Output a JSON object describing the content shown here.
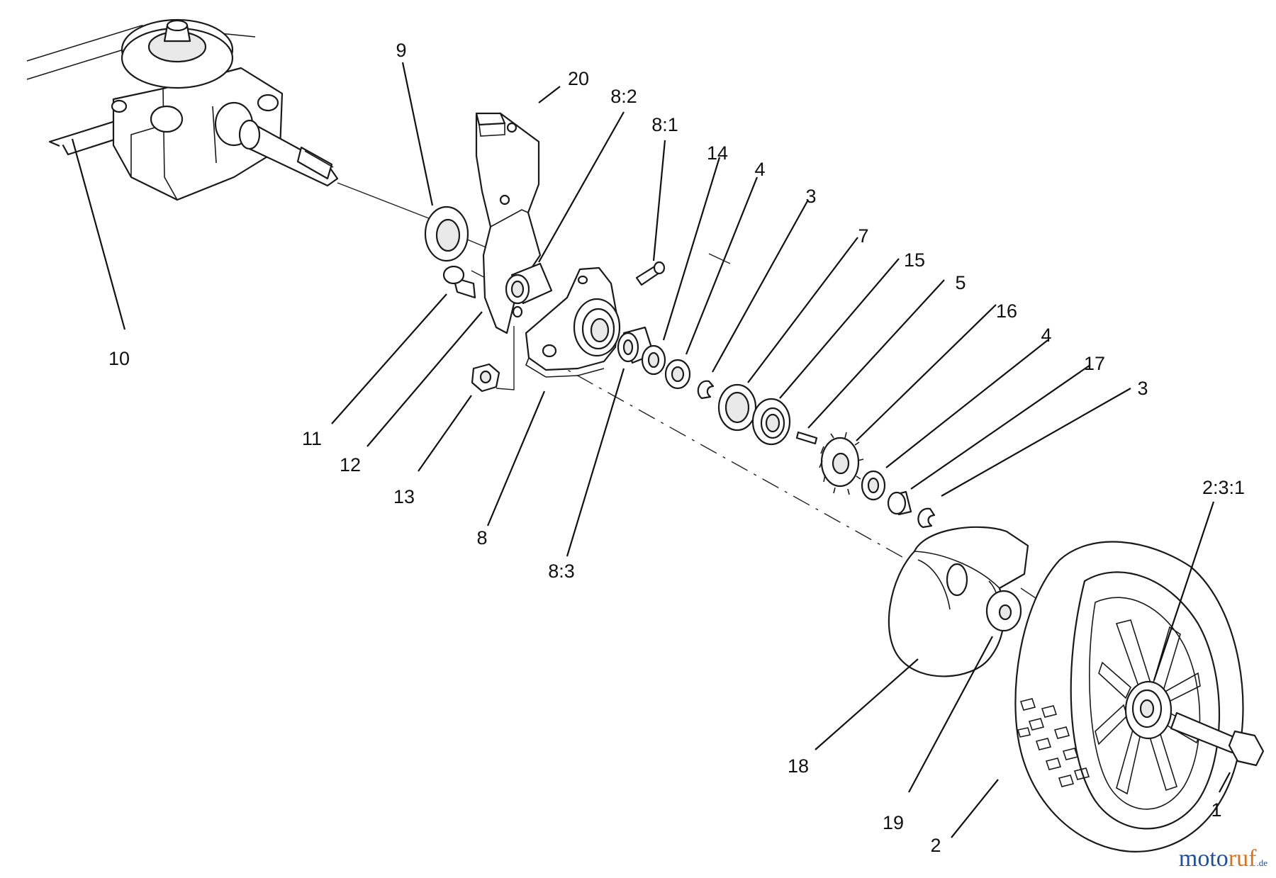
{
  "callouts": [
    {
      "id": "10",
      "text": "10"
    },
    {
      "id": "9",
      "text": "9"
    },
    {
      "id": "20",
      "text": "20"
    },
    {
      "id": "8-2",
      "text": "8:2"
    },
    {
      "id": "8-1",
      "text": "8:1"
    },
    {
      "id": "14",
      "text": "14"
    },
    {
      "id": "4a",
      "text": "4"
    },
    {
      "id": "3a",
      "text": "3"
    },
    {
      "id": "7",
      "text": "7"
    },
    {
      "id": "15",
      "text": "15"
    },
    {
      "id": "5",
      "text": "5"
    },
    {
      "id": "16",
      "text": "16"
    },
    {
      "id": "4b",
      "text": "4"
    },
    {
      "id": "17",
      "text": "17"
    },
    {
      "id": "3b",
      "text": "3"
    },
    {
      "id": "11",
      "text": "11"
    },
    {
      "id": "12",
      "text": "12"
    },
    {
      "id": "13",
      "text": "13"
    },
    {
      "id": "8",
      "text": "8"
    },
    {
      "id": "8-3",
      "text": "8:3"
    },
    {
      "id": "2-3-1",
      "text": "2:3:1"
    },
    {
      "id": "18",
      "text": "18"
    },
    {
      "id": "19",
      "text": "19"
    },
    {
      "id": "2",
      "text": "2"
    },
    {
      "id": "1",
      "text": "1"
    }
  ],
  "watermark": {
    "part1": "moto",
    "part2": "ruf",
    "part3": ".de"
  }
}
